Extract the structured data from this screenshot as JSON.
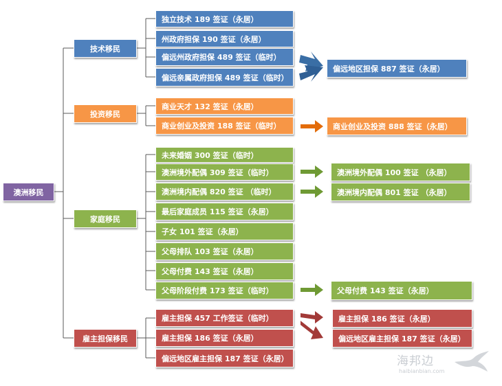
{
  "root": {
    "label": "澳洲移民"
  },
  "colors": {
    "tech": "#4f81bd",
    "invest": "#f79646",
    "family": "#8db34d",
    "employer": "#c0504d",
    "root": "#8064a2",
    "line": "#595959"
  },
  "categories": {
    "tech": {
      "label": "技术移民",
      "items": [
        "独立技术 189 签证（永居）",
        "州政府担保 190 签证（永居）",
        "偏远州政府担保 489 签证（临时）",
        "偏远亲属政府担保 489 签证（临时）"
      ],
      "results": [
        "偏远地区担保 887 签证（永居）"
      ]
    },
    "invest": {
      "label": "投资移民",
      "items": [
        "商业天才 132 签证（永居）",
        "商业创业及投资 188 签证（临时）"
      ],
      "results": [
        "商业创业及投资 888 签证（永居）"
      ]
    },
    "family": {
      "label": "家庭移民",
      "items": [
        "未来婚姻 300 签证（临时）",
        "澳洲境外配偶 309 签证（临时）",
        "澳洲境内配偶 820 签证 （临时）",
        "最后家庭成员 115 签证（永居）",
        "子女 101 签证（永居）",
        "父母排队 103 签证（永居）",
        "父母付费 143 签证（永居）",
        "父母阶段付费 173 签证（临时）"
      ],
      "results": [
        "澳洲境外配偶 100 签证 （永居）",
        "澳洲境内配偶 801 签证 （永居）",
        "父母付费 143 签证（永居）"
      ]
    },
    "employer": {
      "label": "雇主担保移民",
      "items": [
        "雇主担保 457 工作签证（临时）",
        "雇主担保 186 签证（永居）",
        "偏远地区雇主担保 187 签证（永居）"
      ],
      "results": [
        "雇主担保 186 签证（永居）",
        "偏远地区雇主担保 187 签证（永居）"
      ]
    }
  },
  "watermark": {
    "text": "海邦边",
    "url": "haibianbian.com"
  }
}
